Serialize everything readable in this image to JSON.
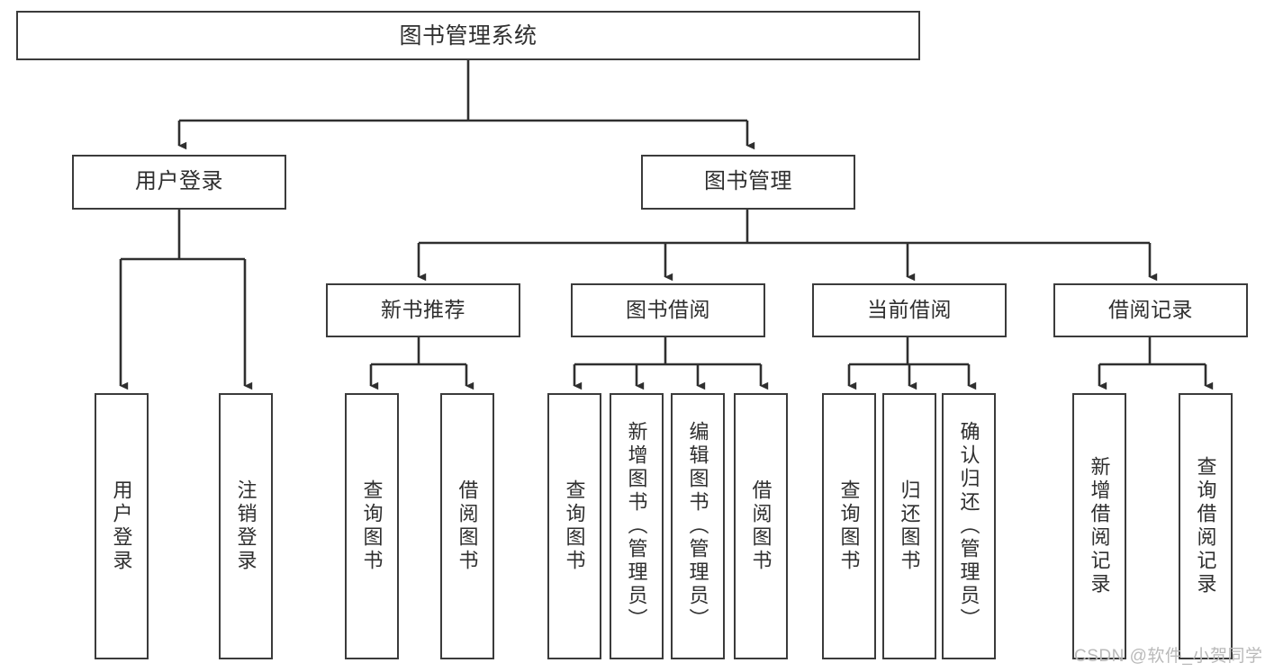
{
  "diagram": {
    "title": "图书管理系统",
    "type": "tree",
    "watermark": "CSDN @软件_小贺同学",
    "colors": {
      "box_border": "#3b3b3b",
      "box_fill": "#ffffff",
      "text": "#2f2f2f",
      "connector": "#2f2f2f",
      "watermark": "#b9b9b9",
      "background": "#ffffff"
    },
    "root": {
      "label": "图书管理系统"
    },
    "level1": [
      {
        "label": "用户登录"
      },
      {
        "label": "图书管理"
      }
    ],
    "level2": [
      {
        "label": "新书推荐"
      },
      {
        "label": "图书借阅"
      },
      {
        "label": "当前借阅"
      },
      {
        "label": "借阅记录"
      }
    ],
    "leaves": {
      "user_login": [
        {
          "label": "用户登录"
        },
        {
          "label": "注销登录"
        }
      ],
      "new_book_recommend": [
        {
          "label": "查询图书"
        },
        {
          "label": "借阅图书"
        }
      ],
      "book_borrow": [
        {
          "label": "查询图书"
        },
        {
          "label": "新增图书（管理员）"
        },
        {
          "label": "编辑图书（管理员）"
        },
        {
          "label": "借阅图书"
        }
      ],
      "current_borrow": [
        {
          "label": "查询图书"
        },
        {
          "label": "归还图书"
        },
        {
          "label": "确认归还（管理员）"
        }
      ],
      "borrow_record": [
        {
          "label": "新增借阅记录"
        },
        {
          "label": "查询借阅记录"
        }
      ]
    }
  },
  "chart_data": {
    "type": "table",
    "title": "图书管理系统 功能结构图",
    "nodes": [
      {
        "id": "root",
        "label": "图书管理系统",
        "level": 0,
        "parent": null
      },
      {
        "id": "l1-1",
        "label": "用户登录",
        "level": 1,
        "parent": "root"
      },
      {
        "id": "l1-2",
        "label": "图书管理",
        "level": 1,
        "parent": "root"
      },
      {
        "id": "l2-1",
        "label": "用户登录",
        "level": 2,
        "parent": "l1-1"
      },
      {
        "id": "l2-2",
        "label": "注销登录",
        "level": 2,
        "parent": "l1-1"
      },
      {
        "id": "l2-3",
        "label": "新书推荐",
        "level": 2,
        "parent": "l1-2"
      },
      {
        "id": "l2-4",
        "label": "图书借阅",
        "level": 2,
        "parent": "l1-2"
      },
      {
        "id": "l2-5",
        "label": "当前借阅",
        "level": 2,
        "parent": "l1-2"
      },
      {
        "id": "l2-6",
        "label": "借阅记录",
        "level": 2,
        "parent": "l1-2"
      },
      {
        "id": "l3-1",
        "label": "查询图书",
        "level": 3,
        "parent": "l2-3"
      },
      {
        "id": "l3-2",
        "label": "借阅图书",
        "level": 3,
        "parent": "l2-3"
      },
      {
        "id": "l3-3",
        "label": "查询图书",
        "level": 3,
        "parent": "l2-4"
      },
      {
        "id": "l3-4",
        "label": "新增图书（管理员）",
        "level": 3,
        "parent": "l2-4"
      },
      {
        "id": "l3-5",
        "label": "编辑图书（管理员）",
        "level": 3,
        "parent": "l2-4"
      },
      {
        "id": "l3-6",
        "label": "借阅图书",
        "level": 3,
        "parent": "l2-4"
      },
      {
        "id": "l3-7",
        "label": "查询图书",
        "level": 3,
        "parent": "l2-5"
      },
      {
        "id": "l3-8",
        "label": "归还图书",
        "level": 3,
        "parent": "l2-5"
      },
      {
        "id": "l3-9",
        "label": "确认归还（管理员）",
        "level": 3,
        "parent": "l2-5"
      },
      {
        "id": "l3-10",
        "label": "新增借阅记录",
        "level": 3,
        "parent": "l2-6"
      },
      {
        "id": "l3-11",
        "label": "查询借阅记录",
        "level": 3,
        "parent": "l2-6"
      }
    ]
  }
}
